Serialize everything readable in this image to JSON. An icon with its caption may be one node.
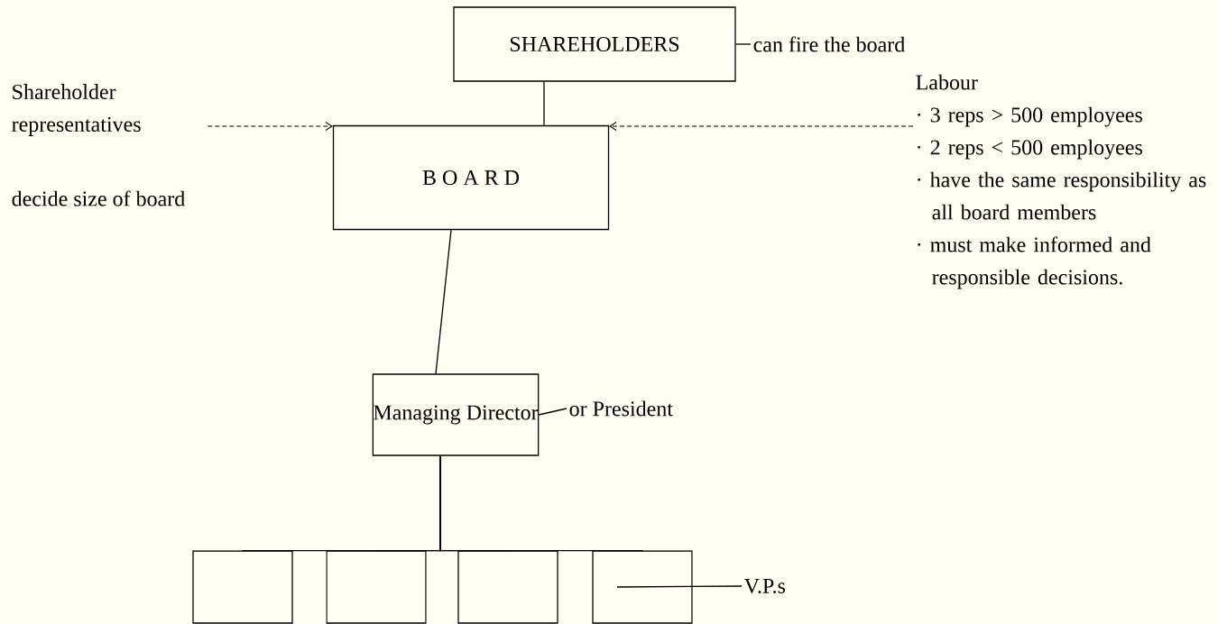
{
  "diagram": {
    "nodes": [
      {
        "text": [
          "SHAREHOLDERS"
        ]
      },
      {
        "text": [
          "can fire the board"
        ]
      },
      {
        "text": [
          "Shareholder representatives"
        ]
      },
      {
        "text": [
          "B O A R D"
        ]
      },
      {
        "text": [
          "Labour",
          "· 3 reps > 500 employees",
          "· 2 reps < 500 employees",
          "· have the same responsibility as all board members",
          "· must make informed and responsible decisions."
        ]
      },
      {
        "text": [
          "Managing Director"
        ]
      },
      {
        "text": [
          "or President"
        ]
      },
      {
        "text": [],
        "shape": "box"
      },
      {
        "text": [],
        "shape": "box"
      },
      {
        "text": [],
        "shape": "box"
      },
      {
        "text": [],
        "shape": "box"
      },
      {
        "text": [
          "V.P.s"
        ]
      }
    ],
    "edges": [
      {
        "from": 0,
        "to": 1,
        "arrow": "none"
      },
      {
        "from": 0,
        "to": 3,
        "arrow": "none"
      },
      {
        "from": 2,
        "to": 3,
        "arrow": "to",
        "style": "dashed"
      },
      {
        "from": 4,
        "to": 3,
        "arrow": "to",
        "style": "dashed"
      },
      {
        "from": 3,
        "to": 5,
        "arrow": "none"
      },
      {
        "from": 5,
        "to": 6,
        "arrow": "none"
      },
      {
        "from": 5,
        "to": 7,
        "arrow": "none"
      },
      {
        "from": 5,
        "to": 8,
        "arrow": "none"
      },
      {
        "from": 5,
        "to": 9,
        "arrow": "none"
      },
      {
        "from": 5,
        "to": 10,
        "arrow": "none"
      },
      {
        "from": 11,
        "to": 10,
        "arrow": "none"
      }
    ],
    "labels": [
      "decide size of board"
    ]
  }
}
